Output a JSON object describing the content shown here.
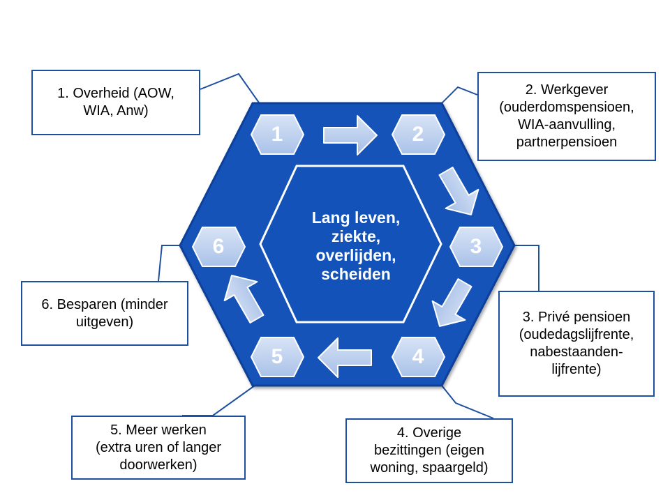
{
  "center": {
    "lines": [
      "Lang leven,",
      "ziekte,",
      "overlijden,",
      "scheiden"
    ]
  },
  "steps": [
    {
      "number": "1",
      "lines": [
        "1. Overheid (AOW,",
        "WIA, Anw)"
      ]
    },
    {
      "number": "2",
      "lines": [
        "2. Werkgever",
        "(ouderdomspensioen,",
        "WIA-aanvulling,",
        "partnerpensioen"
      ]
    },
    {
      "number": "3",
      "lines": [
        "3. Privé pensioen",
        "(oudedagslijfrente,",
        "nabestaanden-",
        "lijfrente)"
      ]
    },
    {
      "number": "4",
      "lines": [
        "4. Overige",
        "bezittingen (eigen",
        "woning, spaargeld)"
      ]
    },
    {
      "number": "5",
      "lines": [
        "5. Meer werken",
        "(extra uren of langer",
        "doorwerken)"
      ]
    },
    {
      "number": "6",
      "lines": [
        "6. Besparen (minder",
        "uitgeven)"
      ]
    }
  ],
  "colors": {
    "hexagon_fill": "#1352b8",
    "hexagon_border": "#0d3f99",
    "badge_fill": "#c3d4ef",
    "arrow_fill": "#c3d4ef",
    "callout_border": "#1e50a0"
  }
}
